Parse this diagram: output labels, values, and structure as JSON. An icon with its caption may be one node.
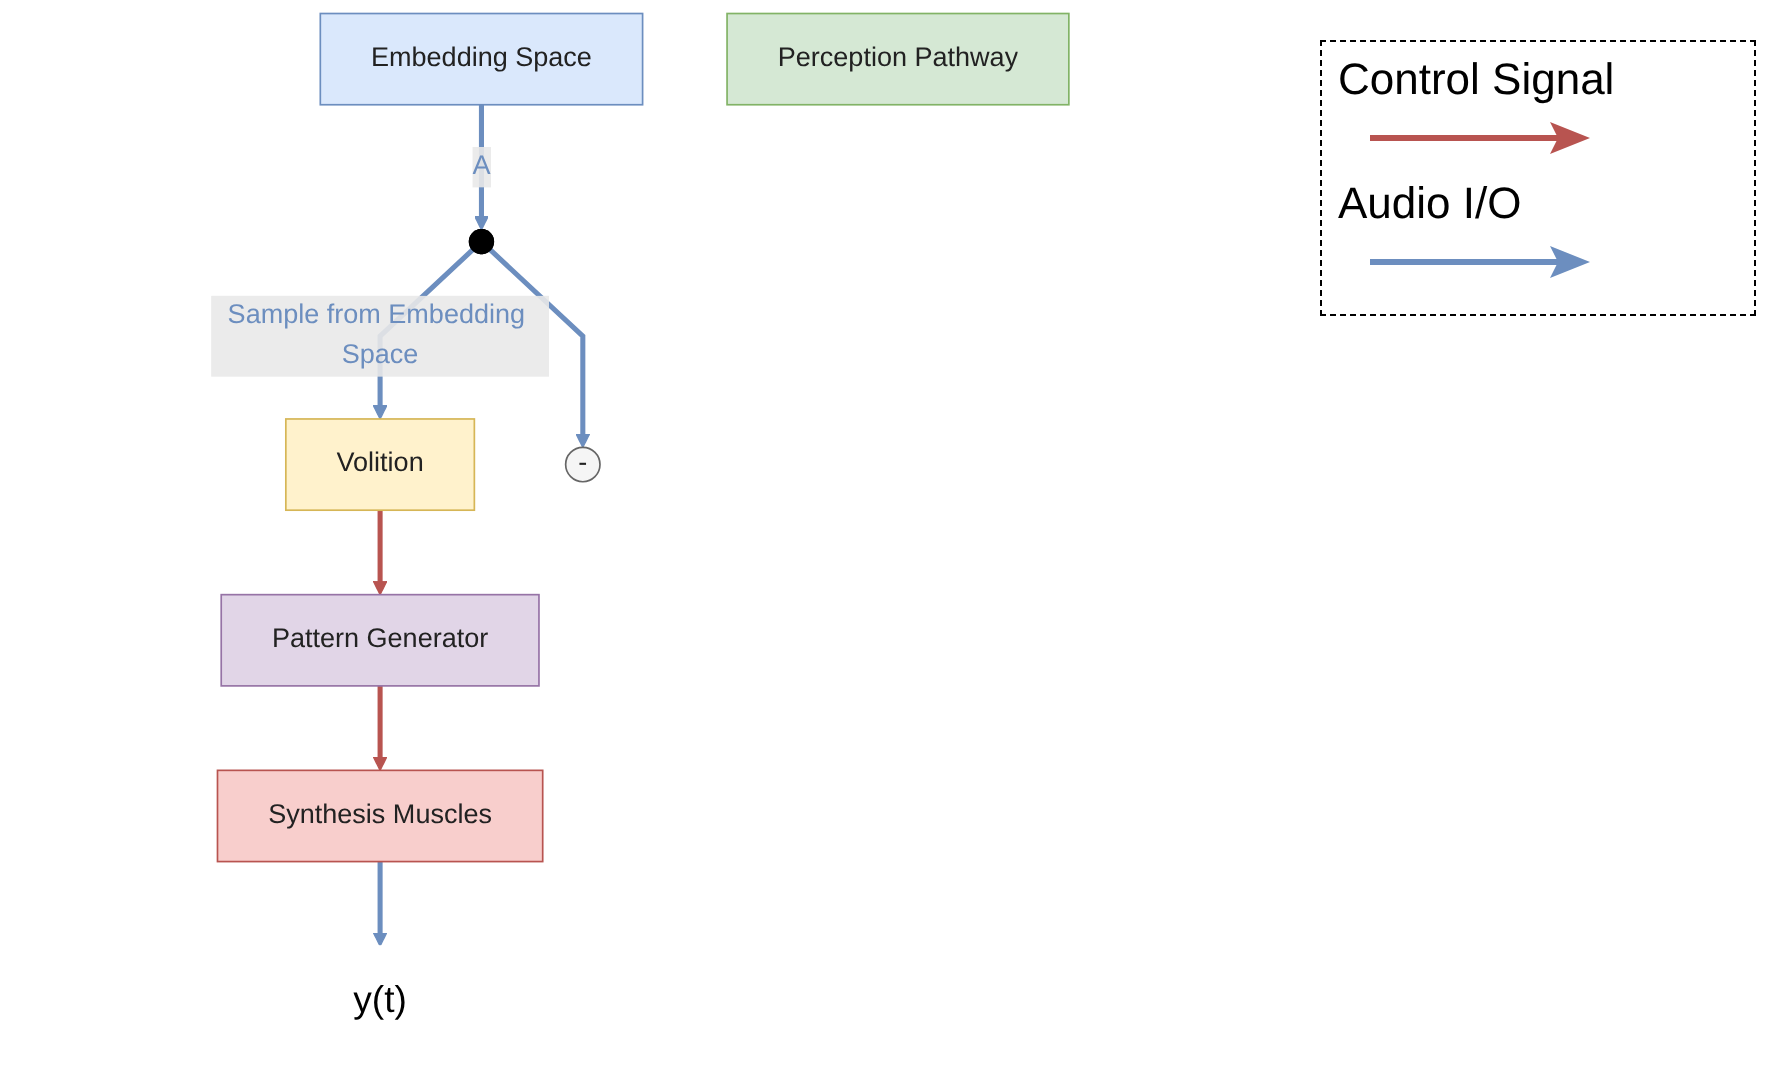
{
  "diagram": {
    "nodes": [
      {
        "text": [
          "Volition"
        ]
      },
      {
        "text": [
          "Pattern Generator"
        ]
      },
      {
        "text": [
          "Synthesis Muscles"
        ]
      },
      {
        "text": [
          "y(t)"
        ]
      },
      {
        "text": [
          "-"
        ]
      },
      {
        "text": [
          "Embedding Space"
        ]
      },
      {
        "text": [
          "Perception Pathway"
        ]
      },
      {
        "text": [],
        "shape": "circle"
      }
    ],
    "edges": [
      {
        "from": 0,
        "to": 1,
        "arrow": "to",
        "color": "#b85450"
      },
      {
        "from": 1,
        "to": 2,
        "arrow": "to",
        "color": "#b85450"
      },
      {
        "from": 2,
        "to": 3,
        "arrow": "to"
      },
      {
        "from": 5,
        "to": 7,
        "arrow": "to",
        "label": "A"
      },
      {
        "from": 7,
        "to": 4,
        "arrow": "to"
      },
      {
        "from": 7,
        "to": 0,
        "arrow": "to",
        "label": "Sample from Embedding Space"
      }
    ],
    "legend": [
      {
        "text": "Control Signal"
      },
      {
        "text": "Audio I/O"
      }
    ]
  }
}
